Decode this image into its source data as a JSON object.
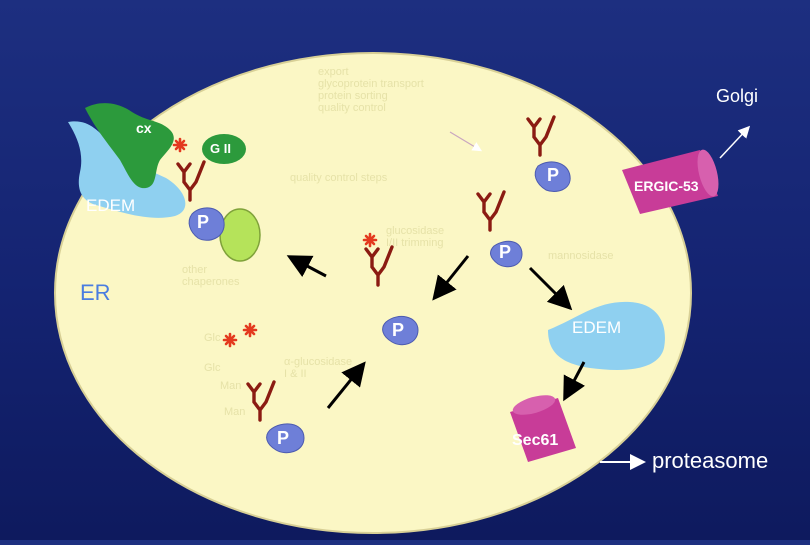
{
  "labels": {
    "golgi": "Golgi",
    "cx": "cx",
    "g2": "G II",
    "edem_top": "EDEM",
    "er": "ER",
    "ergic": "ERGIC-53",
    "edem_right": "EDEM",
    "sec61": "Sec61",
    "proteasome": "proteasome",
    "protein": "P",
    "export_text": "export\nglycoprotein transport\nprotein sorting\nquality control",
    "center_faint": "quality control steps",
    "glucosidase_mid": "glucosidase\nI/II trimming",
    "other_chaperones": "other\nchaperones",
    "mannosidase": "mannosidase",
    "glucosidase_low": "α-glucosidase\nI & II",
    "glc_a": "Glc",
    "glc_b": "Glc",
    "man_a": "Man",
    "man_b": "Man"
  },
  "colors": {
    "background": "#142371",
    "cell": "#fbf7c5",
    "calnexin": "#2c9a3c",
    "er_membrane": "#8fd0f0",
    "protein": "#6e7fd8",
    "chaperone": "#b5e35a",
    "channel": "#c83c98",
    "glycan": "#8b1b12",
    "glucose": "#e3391e"
  }
}
